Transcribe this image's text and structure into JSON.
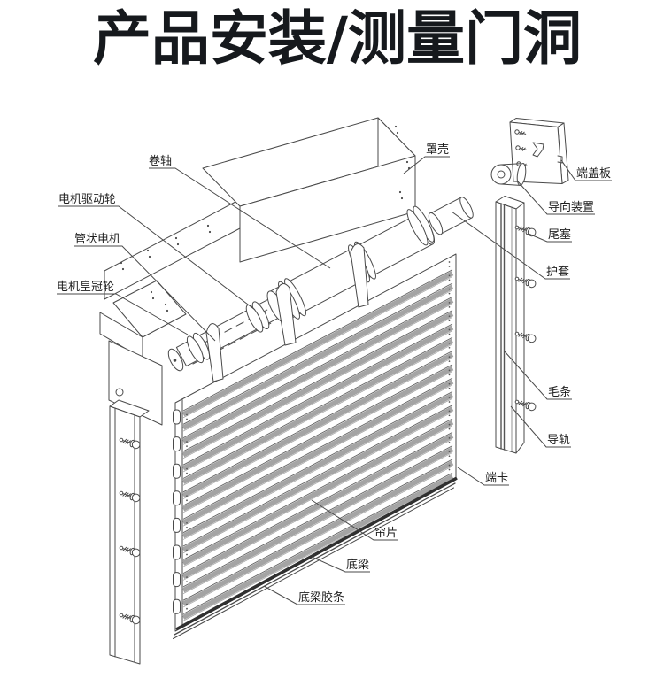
{
  "title": "产品安装/测量门洞",
  "diagram": {
    "labels": [
      {
        "id": "roll-shaft",
        "text": "卷轴"
      },
      {
        "id": "motor-drive-wheel",
        "text": "电机驱动轮"
      },
      {
        "id": "tubular-motor",
        "text": "管状电机"
      },
      {
        "id": "motor-crown-wheel",
        "text": "电机皇冠轮"
      },
      {
        "id": "cover-shell",
        "text": "罩壳"
      },
      {
        "id": "end-cover-plate",
        "text": "端盖板"
      },
      {
        "id": "guide-device",
        "text": "导向装置"
      },
      {
        "id": "tail-plug",
        "text": "尾塞"
      },
      {
        "id": "sheath",
        "text": "护套"
      },
      {
        "id": "brush-strip",
        "text": "毛条"
      },
      {
        "id": "guide-rail",
        "text": "导轨"
      },
      {
        "id": "end-clip",
        "text": "端卡"
      },
      {
        "id": "curtain-slat",
        "text": "帘片"
      },
      {
        "id": "bottom-beam",
        "text": "底梁"
      },
      {
        "id": "bottom-beam-rubber",
        "text": "底梁胶条"
      }
    ],
    "colors": {
      "line": "#4a4a4a",
      "slat": "#a4a4a4",
      "beam": "#303030",
      "title": "#16191d",
      "background": "#ffffff"
    }
  }
}
